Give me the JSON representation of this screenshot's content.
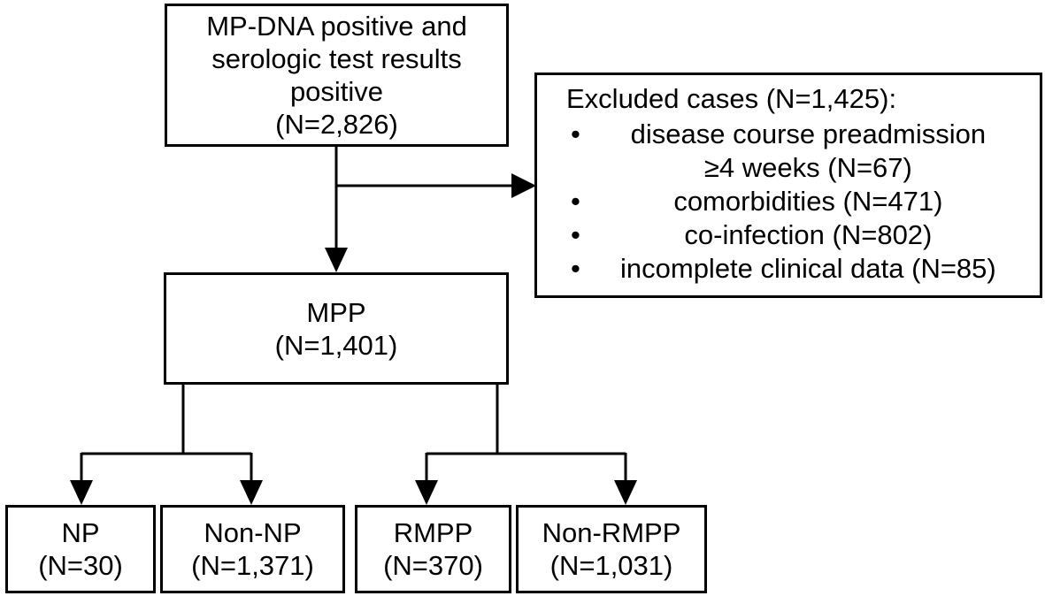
{
  "nodes": {
    "source": {
      "lines": [
        "MP-DNA  positive and",
        "serologic test results",
        "positive",
        "(N=2,826)"
      ]
    },
    "excluded": {
      "title": "Excluded cases (N=1,425):",
      "bullet": "•",
      "items": [
        {
          "lines": [
            "disease course preadmission",
            "≥4 weeks (N=67)"
          ]
        },
        {
          "lines": [
            "comorbidities (N=471)"
          ]
        },
        {
          "lines": [
            "co-infection (N=802)"
          ]
        },
        {
          "lines": [
            "incomplete clinical data (N=85)"
          ]
        }
      ]
    },
    "mpp": {
      "lines": [
        "MPP",
        "(N=1,401)"
      ]
    },
    "np": {
      "lines": [
        "NP",
        "(N=30)"
      ]
    },
    "non_np": {
      "lines": [
        "Non-NP",
        "(N=1,371)"
      ]
    },
    "rmpp": {
      "lines": [
        "RMPP",
        "(N=370)"
      ]
    },
    "non_rmpp": {
      "lines": [
        "Non-RMPP",
        "(N=1,031)"
      ]
    }
  },
  "edges": [
    {
      "from": "source",
      "to": "mpp"
    },
    {
      "from": "source",
      "to": "excluded"
    },
    {
      "from": "mpp",
      "to": "np"
    },
    {
      "from": "mpp",
      "to": "non_np"
    },
    {
      "from": "mpp",
      "to": "rmpp"
    },
    {
      "from": "mpp",
      "to": "non_rmpp"
    }
  ]
}
